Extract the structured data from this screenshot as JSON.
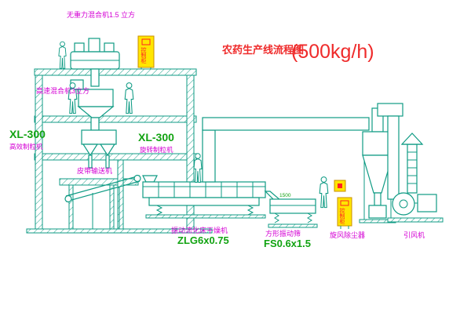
{
  "title": {
    "name": "农药生产线流程图",
    "capacity": "(500kg/h)"
  },
  "labels": {
    "gravity_mixer": "无重力混合机1.5 立方",
    "highspeed_mixer": "高速混合机3立方",
    "granulator_left_model": "XL-300",
    "granulator_left_name": "高效制粒机",
    "granulator_mid_model": "XL-300",
    "granulator_mid_name": "旋转制粒机",
    "belt_conveyor": "皮带输送机",
    "dryer_name": "振动流化床干燥机",
    "dryer_model": "ZLG6x0.75",
    "screen_name": "方形振动筛",
    "screen_model": "FS0.6x1.5",
    "screen_dim": "1500",
    "cyclone_name": "旋风除尘器",
    "fan_name": "引风机",
    "control_cabinet": "控制柜"
  },
  "colors": {
    "line": "#0f9b84",
    "label_magenta": "#d400d4",
    "model_green": "#12a312",
    "title_red": "#ef2b2b",
    "cabinet_yellow": "#ffe600",
    "cabinet_mark_red": "#ff2222"
  }
}
